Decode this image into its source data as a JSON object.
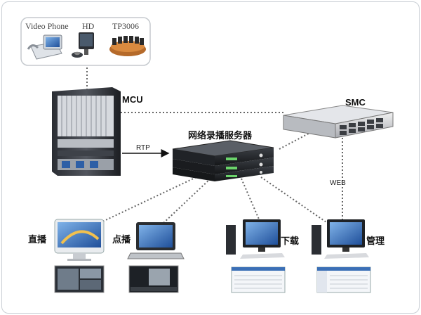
{
  "endpoints": {
    "video_phone": "Video Phone",
    "hd": "HD",
    "tp": "TP3006"
  },
  "devices": {
    "mcu": "MCU",
    "smc": "SMC",
    "recorder": "网络录播服务器"
  },
  "links": {
    "rtp": "RTP",
    "web": "WEB"
  },
  "clients": {
    "live": "直播",
    "vod": "点播",
    "download": "下载",
    "manage": "管理"
  }
}
